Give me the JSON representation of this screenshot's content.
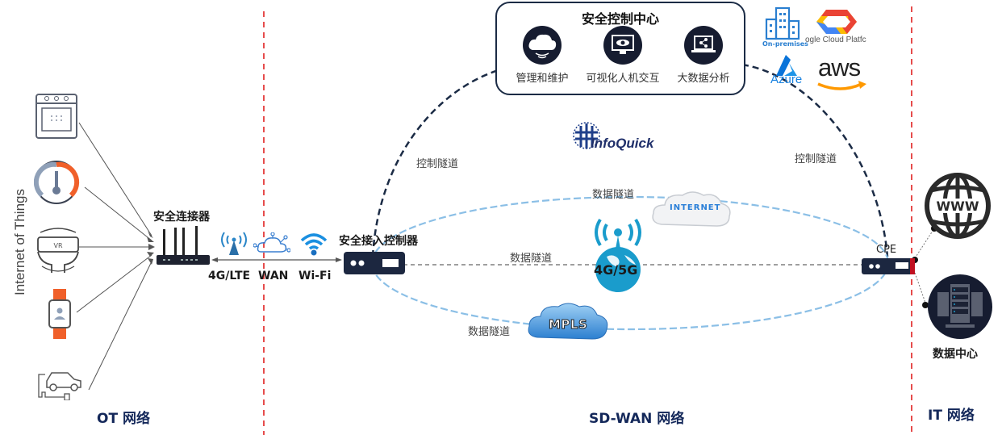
{
  "title": "OT-SD-WAN-IT network architecture",
  "zones": {
    "ot": "OT 网络",
    "sdwan": "SD-WAN 网络",
    "it": "IT 网络"
  },
  "iot": {
    "title": "Internet of Things",
    "devices": [
      "oven",
      "thermometer-gauge",
      "vr-headset",
      "smartwatch",
      "electric-car"
    ],
    "vr_text": "VR"
  },
  "ot_side": {
    "connector_label": "安全连接器",
    "link_labels": [
      "4G/LTE",
      "WAN",
      "Wi-Fi"
    ]
  },
  "sdwan": {
    "access_controller_label": "安全接入控制器",
    "control_tunnel_left": "控制隧道",
    "control_tunnel_right": "控制隧道",
    "data_tunnel_internet": "数据隧道",
    "data_tunnel_mid": "数据隧道",
    "data_tunnel_mpls": "数据隧道",
    "internet_cloud": "INTERNET",
    "mpls_cloud": "MPLS",
    "cellular": "4G/5G",
    "logo": "InfoQuick",
    "cpe_label": "CPE"
  },
  "control_center": {
    "title": "安全控制中心",
    "items": [
      {
        "icon": "cloud-icon",
        "label": "管理和维护"
      },
      {
        "icon": "monitor-eye-icon",
        "label": "可视化人机交互"
      },
      {
        "icon": "laptop-share-icon",
        "label": "大数据分析"
      }
    ]
  },
  "clouds": {
    "on_premises": "On-premises",
    "google": "ogle Cloud Platfc",
    "azure": "Azure",
    "aws": "aws"
  },
  "it_side": {
    "www": "WWW",
    "datacenter_label": "数据中心"
  },
  "colors": {
    "zone_divider": "#e02020",
    "control_tunnel": "#1b2b45",
    "data_tunnel": "#8bbfe6",
    "zone_text": "#14285a",
    "cellular": "#1a9ccc"
  }
}
